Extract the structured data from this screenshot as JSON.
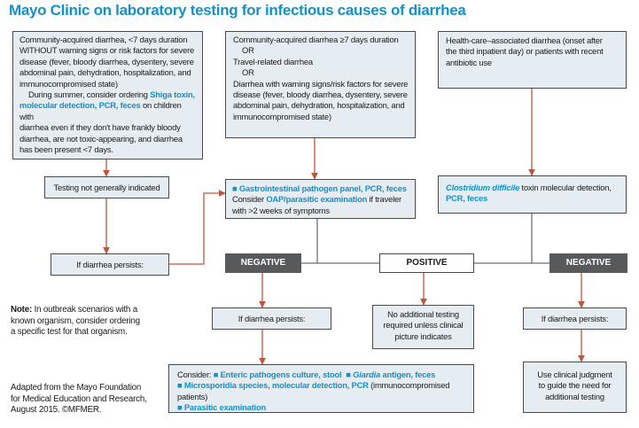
{
  "title": "Mayo Clinic on laboratory testing for infectious causes of diarrhea",
  "colors": {
    "accent": "#1590c8",
    "arrow": "#c0553a",
    "box_fill": "#e6edf2",
    "label_fill": "#58595b"
  },
  "left_box": {
    "lines": [
      "Community-acquired diarrhea, <7 days duration",
      "WITHOUT warning signs or risk factors for severe",
      "disease (fever, bloody diarrhea, dysentery, severe",
      "abdominal pain, dehydration, hospitalization, and",
      "immunocompromised state)"
    ],
    "summer_pre": "During summer, consider ordering ",
    "summer_highlight_1": "Shiga toxin,",
    "summer_highlight_2": "molecular detection, PCR, feces",
    "summer_post_1": " on children with",
    "summer_post_2": "diarrhea even if they don't have frankly bloody",
    "summer_post_3": "diarrhea, are not toxic-appearing, and diarrhea",
    "summer_post_4": "has been present <7 days."
  },
  "middle_box": {
    "line1": "Community-acquired diarrhea ≥7 days duration",
    "or1": "OR",
    "line2": "Travel-related diarrhea",
    "or2": "OR",
    "line3": "Diarrhea with warning signs/risk factors for severe",
    "line4": "disease (fever, bloody diarrhea, dysentery, severe",
    "line5": "abdominal pain, dehydration, hospitalization, and",
    "line6": "immunocompromised state)"
  },
  "right_box": {
    "line1": "Health-care–associated diarrhea (onset after",
    "line2": "the third inpatient day) or patients with recent",
    "line3": "antibiotic use"
  },
  "testing_not_indicated": "Testing not generally indicated",
  "if_persists": "If diarrhea persists:",
  "gi_panel": {
    "bullet": "■",
    "highlight": "Gastrointestinal pathogen panel, PCR, feces",
    "consider_pre": "Consider ",
    "consider_link": "OAP/parasitic examination",
    "consider_post": " if traveler",
    "line3": "with >2 weeks of symptoms"
  },
  "cdiff": {
    "highlight_italic": "Clostridium difficile",
    "text": " toxin molecular detection,",
    "highlight_2": "PCR, feces"
  },
  "negative_label": "NEGATIVE",
  "positive_label": "POSITIVE",
  "no_additional": {
    "line1": "No additional testing",
    "line2": "required unless clinical",
    "line3": "picture indicates"
  },
  "clinical_judgment": {
    "line1": "Use clinical judgment",
    "line2": "to guide the need for",
    "line3": "additional testing"
  },
  "consider_box": {
    "lead": "Consider: ",
    "bullet": "■",
    "item1": "Enteric pathogens culture, stool",
    "item2_italic": "Giardia",
    "item2_rest": " antigen, feces",
    "item3": "Microsporidia species, molecular detection, PCR",
    "item3_note": " (immunocompromised patients)",
    "item4": "Parasitic examination"
  },
  "note": {
    "label": "Note:",
    "line1": " In outbreak scenarios with a",
    "line2": "known organism, consider ordering",
    "line3": "a specific test for that organism."
  },
  "credit": {
    "line1": "Adapted from the Mayo Foundation",
    "line2": "for Medical Education and Research,",
    "line3": "August 2015. ©MFMER."
  }
}
